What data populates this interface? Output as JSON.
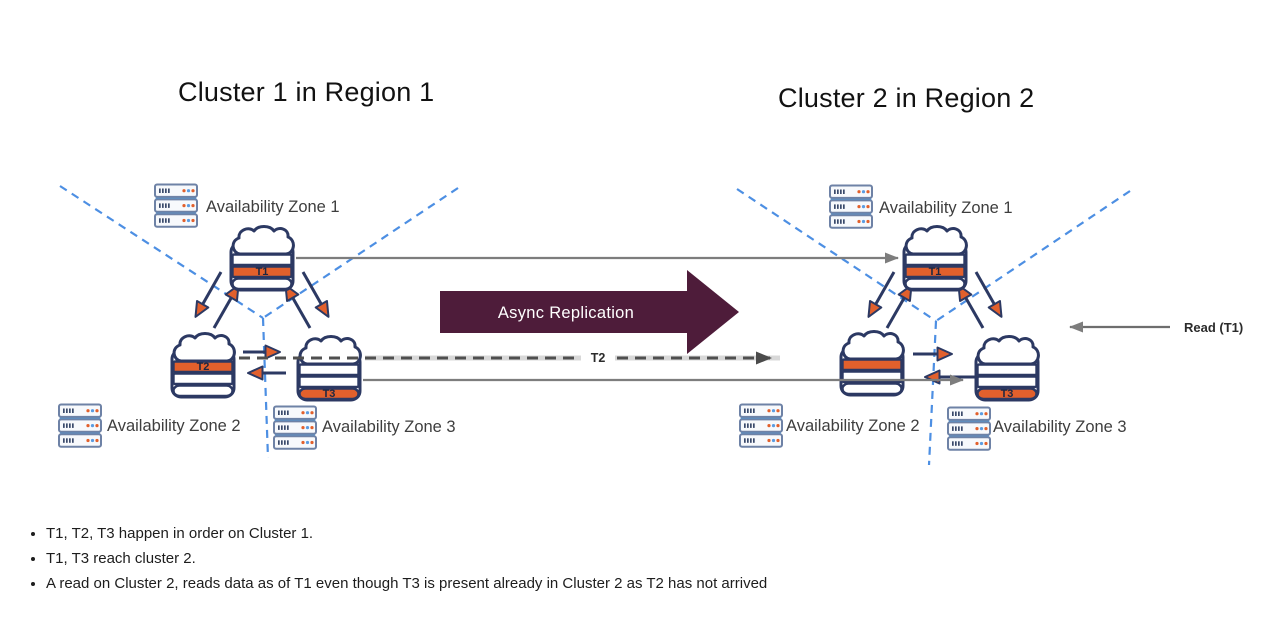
{
  "titles": {
    "cluster1": "Cluster 1 in Region 1",
    "cluster2": "Cluster 2 in Region 2"
  },
  "clusters": {
    "c1": {
      "zones": [
        "Availability Zone 1",
        "Availability Zone 2",
        "Availability Zone 3"
      ],
      "db_labels": {
        "az1": "T1",
        "az2": "T2",
        "az3": "T3"
      }
    },
    "c2": {
      "zones": [
        "Availability Zone 1",
        "Availability Zone 2",
        "Availability Zone 3"
      ],
      "db_labels": {
        "az1": "T1",
        "az2": "",
        "az3": "T3"
      }
    }
  },
  "flows": {
    "async_label": "Async Replication",
    "t2_inflight_label": "T2",
    "read_label": "Read (T1)"
  },
  "bullets": [
    "T1, T2, T3 happen in order on Cluster 1.",
    "T1, T3 reach cluster 2.",
    "A read on Cluster 2, reads data as of T1 even though T3 is present already in Cluster 2 as T2 has not arrived"
  ],
  "icons": {
    "zone": "server-rack-icon",
    "database": "cloud-database-icon"
  },
  "colors": {
    "navy_outline": "#2c3963",
    "orange_accent": "#e2602c",
    "maroon_arrow": "#4e1c3a",
    "zone_dash_blue": "#4d8fe3",
    "replication_gray": "#7d7d7d",
    "inflight_dark_gray": "#4f4f4f",
    "server_circle_blue": "#4b9ce0",
    "text_dark": "#121212"
  }
}
